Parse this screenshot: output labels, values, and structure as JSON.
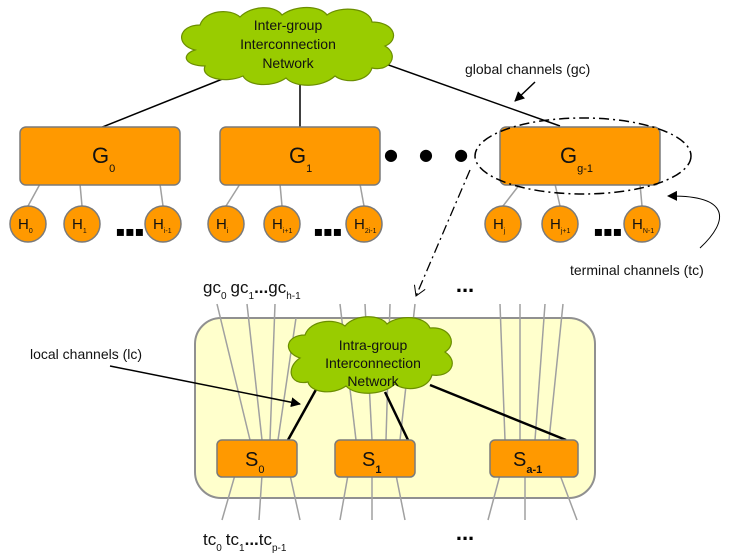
{
  "inter_cloud": {
    "lines": [
      "Inter-group",
      "Interconnection",
      "Network"
    ]
  },
  "intra_cloud": {
    "lines": [
      "Intra-group",
      "Interconnection",
      "Network"
    ]
  },
  "groups": [
    {
      "main": "G",
      "sub": "0"
    },
    {
      "main": "G",
      "sub": "1"
    },
    {
      "main": "G",
      "sub": "g-1"
    }
  ],
  "group_ellipsis": "● ● ●",
  "hosts": [
    {
      "main": "H",
      "sub": "0"
    },
    {
      "main": "H",
      "sub": "1"
    },
    {
      "main": "H",
      "sub": "i-1"
    },
    {
      "main": "H",
      "sub": "i"
    },
    {
      "main": "H",
      "sub": "i+1"
    },
    {
      "main": "H",
      "sub": "2i-1"
    },
    {
      "main": "H",
      "sub": "j"
    },
    {
      "main": "H",
      "sub": "j+1"
    },
    {
      "main": "H",
      "sub": "N-1"
    }
  ],
  "host_ellipsis": "▪▪▪",
  "switches": [
    {
      "main": "S",
      "sub": "0"
    },
    {
      "main": "S",
      "sub": "1"
    },
    {
      "main": "S",
      "sub": "a-1"
    }
  ],
  "labels": {
    "global_channels": "global channels (gc)",
    "terminal_channels": "terminal channels (tc)",
    "local_channels": "local channels (lc)"
  },
  "gc_labels": [
    {
      "main": "gc",
      "sub": "0"
    },
    {
      "main": "gc",
      "sub": "1"
    },
    {
      "main": "gc",
      "sub": "h-1"
    }
  ],
  "tc_labels": [
    {
      "main": "tc",
      "sub": "0"
    },
    {
      "main": "tc",
      "sub": "1"
    },
    {
      "main": "tc",
      "sub": "p-1"
    }
  ],
  "channel_ellipsis": "...",
  "colors": {
    "node_fill": "#ff9900",
    "node_stroke": "#7a7a7a",
    "cloud_fill": "#99cc00",
    "cloud_stroke": "#6b8e00",
    "group_box_fill": "#ffffcc",
    "line": "#000000",
    "channel_line": "#a0a0a0"
  }
}
